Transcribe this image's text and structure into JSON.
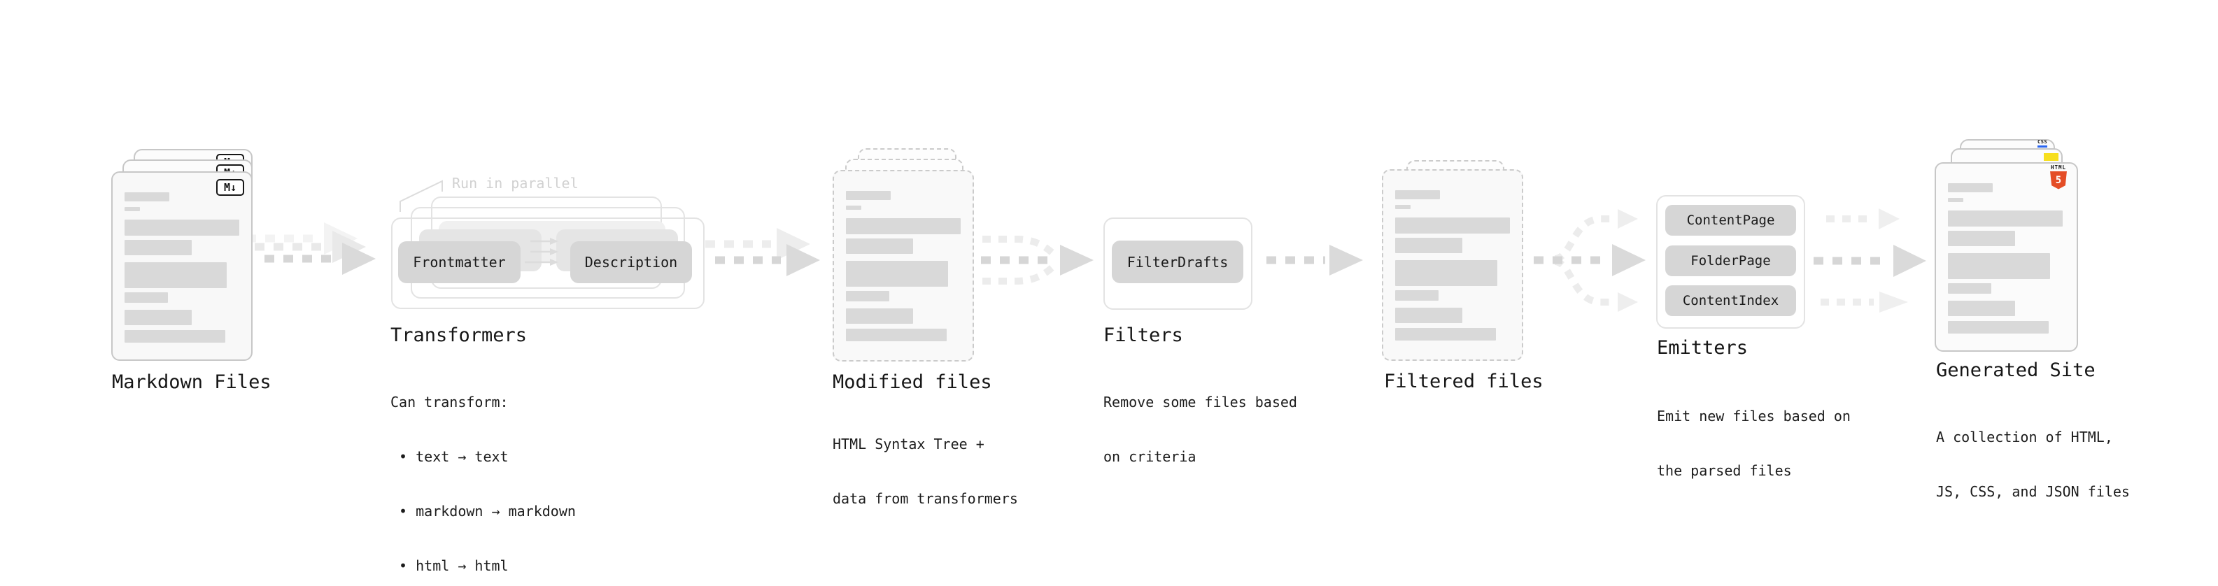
{
  "stages": {
    "markdown": {
      "label": "Markdown Files",
      "badge": "M↓"
    },
    "transformers": {
      "label": "Transformers",
      "note": "Run in parallel",
      "nodes": [
        "Frontmatter",
        "Description"
      ],
      "sub_lines": [
        "Can transform:",
        " • text → text",
        " • markdown → markdown",
        " • html → html"
      ]
    },
    "modified": {
      "label": "Modified files",
      "sub_lines": [
        "HTML Syntax Tree +",
        "data from transformers"
      ]
    },
    "filters": {
      "label": "Filters",
      "nodes": [
        "FilterDrafts"
      ],
      "sub_lines": [
        "Remove some files based",
        "on criteria"
      ]
    },
    "filtered": {
      "label": "Filtered files"
    },
    "emitters": {
      "label": "Emitters",
      "nodes": [
        "ContentPage",
        "FolderPage",
        "ContentIndex"
      ],
      "sub_lines": [
        "Emit new files based on",
        "the parsed files"
      ]
    },
    "generated": {
      "label": "Generated Site",
      "sub_lines": [
        "A collection of HTML,",
        "JS, CSS, and JSON files"
      ],
      "badges": {
        "css": "CSS",
        "html": "HTML",
        "html5": "5"
      }
    }
  },
  "colors": {
    "html5_orange": "#E44D26",
    "js_yellow": "#F7DF1E",
    "css_blue": "#2965F1"
  }
}
